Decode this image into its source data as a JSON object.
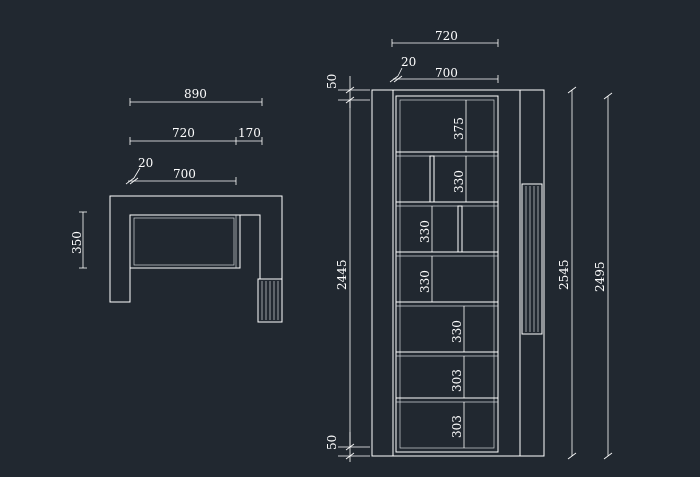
{
  "background": "#212830",
  "line_color": "#ffffff",
  "plan_view": {
    "dims": {
      "overall_width": "890",
      "inner_width": "720",
      "side_width": "170",
      "clear_width": "700",
      "edge": "20",
      "depth": "350"
    }
  },
  "elevation_view": {
    "dims": {
      "outer_width": "720",
      "inner_width": "700",
      "edge": "20",
      "top_gap": "50",
      "bottom_gap": "50",
      "inner_height": "2445",
      "overall_height": "2545",
      "side_height": "2495"
    },
    "shelf_heights": [
      "375",
      "330",
      "330",
      "330",
      "330",
      "303",
      "303"
    ]
  }
}
